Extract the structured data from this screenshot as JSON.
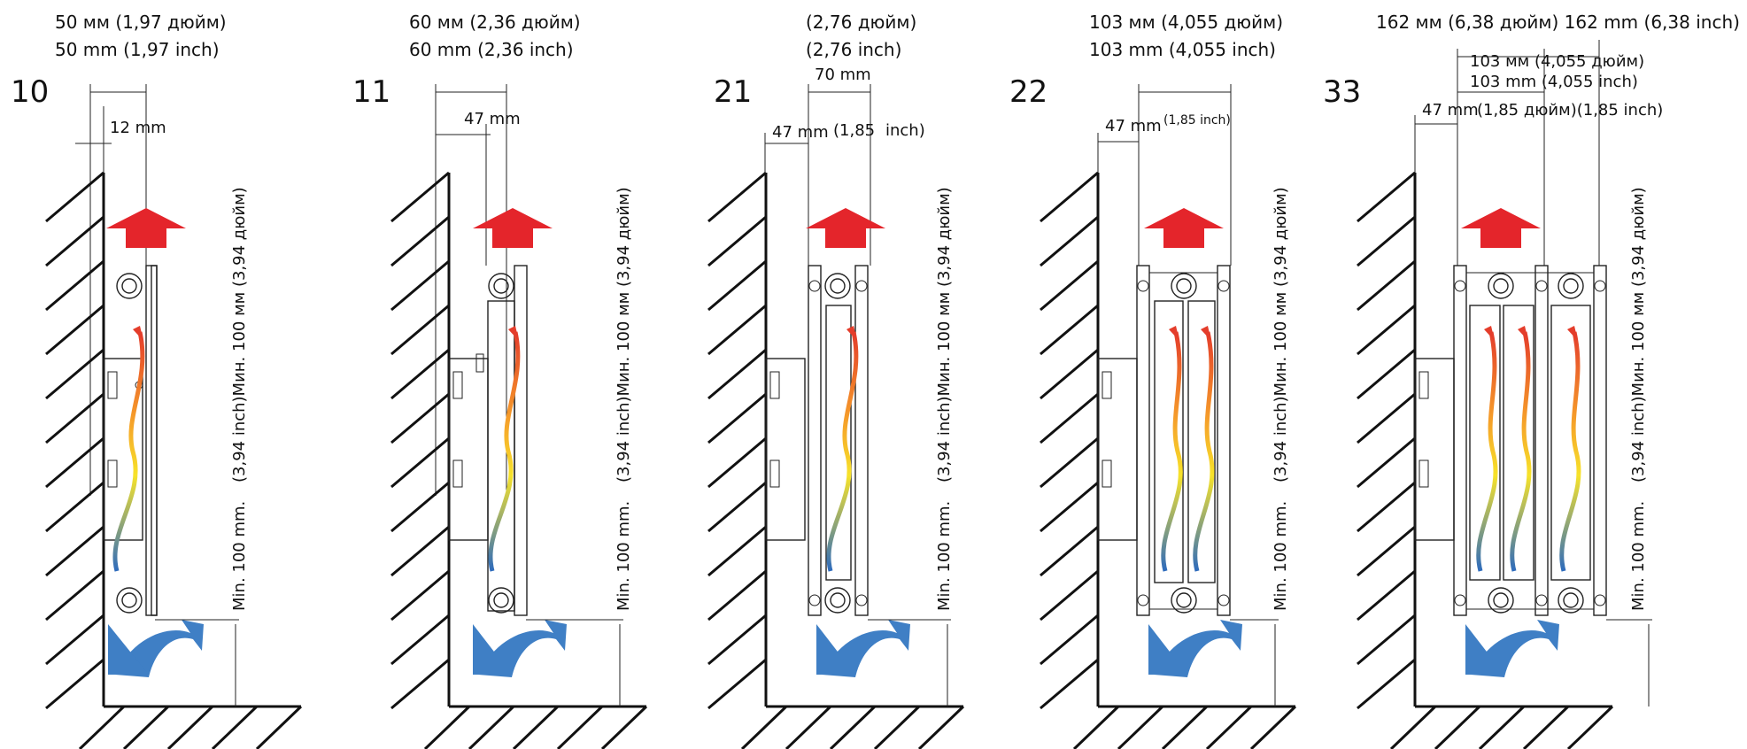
{
  "panels": [
    {
      "type": "10",
      "top_line1": "50 мм (1,97 дюйм)",
      "top_line2": "50 mm (1,97 inch)",
      "dim_a": "12 mm",
      "vert_left": "(3,94 inch)Мин. 100 мм (3,94 дюйм)",
      "vert_bottom": "Min. 100 mm."
    },
    {
      "type": "11",
      "top_line1": "60 мм (2,36 дюйм)",
      "top_line2": "60 mm (2,36 inch)",
      "dim_a": "47 mm",
      "vert_left": "(3,94 inch)Мин. 100 мм (3,94 дюйм)",
      "vert_bottom": "Min. 100 mm."
    },
    {
      "type": "21",
      "top_line1": "(2,76 дюйм)",
      "top_line2": "(2,76 inch)",
      "dim_b": "70 mm",
      "dim_a": "47 mm",
      "dim_a_note_1": "(1,85",
      "dim_a_note_2": "inch)",
      "vert_left": "(3,94 inch)Мин. 100 мм (3,94 дюйм)",
      "vert_bottom": "Min. 100 mm."
    },
    {
      "type": "22",
      "top_line1": "103 мм (4,055 дюйм)",
      "top_line2": "103 mm (4,055 inch)",
      "dim_a": "47 mm",
      "dim_a_note": "(1,85 inch)",
      "vert_left": "(3,94 inch)Мин. 100 мм (3,94 дюйм)",
      "vert_bottom": "Min. 100 mm."
    },
    {
      "type": "33",
      "top_line1": "162 мм (6,38 дюйм) 162 mm (6,38 inch)",
      "dim_c1": "103 мм (4,055 дюйм)",
      "dim_c2": "103 mm (4,055 inch)",
      "dim_a": "47 mm",
      "dim_a_note": "(1,85 дюйм)(1,85 inch)",
      "vert_left": "(3,94 inch)Мин. 100 мм (3,94 дюйм)",
      "vert_bottom": "Min. 100 mm."
    }
  ],
  "colors": {
    "hot_arrow": "#e4252b",
    "cold_arrow": "#3f7fc5",
    "wave_top": "#e43d2b",
    "wave_mid": "#f7e32a",
    "wave_bottom": "#2d6bbd"
  }
}
